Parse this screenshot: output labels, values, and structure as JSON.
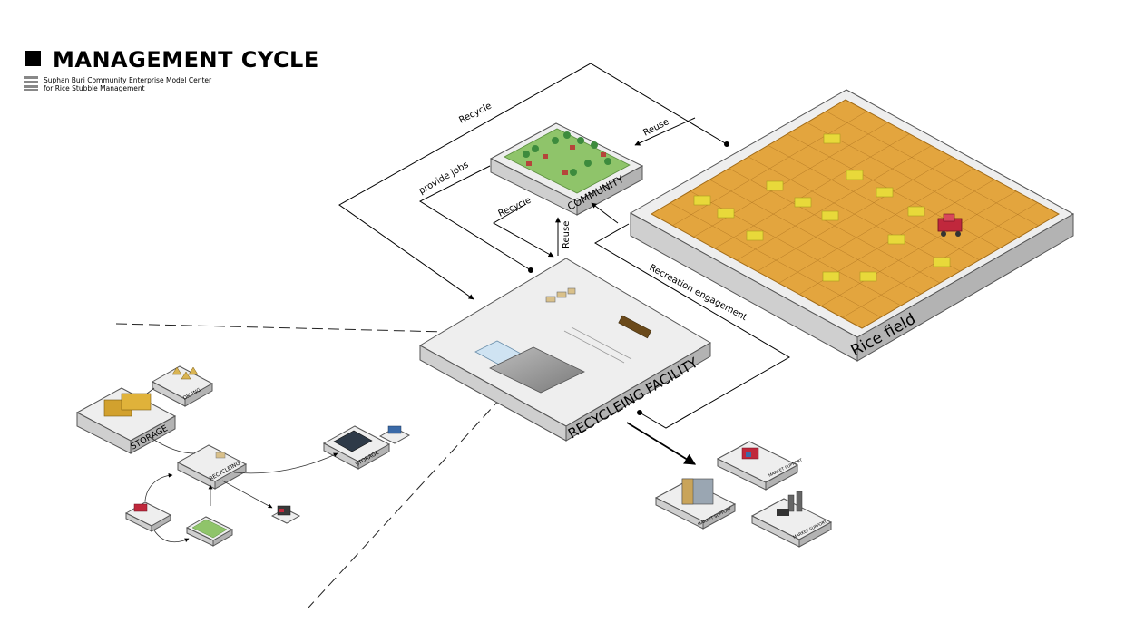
{
  "header": {
    "title": "MANAGEMENT CYCLE",
    "subtitle_line1": "Suphan Buri Community Enterprise Model Center",
    "subtitle_line2": "for Rice Stubble Management"
  },
  "platforms": {
    "community": "COMMUNITY",
    "rice_field": "Rice field",
    "recycling_facility": "RECYCLEING FACILITY",
    "storage_main": "STORAGE",
    "drying": "DRYING",
    "recycling_small": "RECYCLEING",
    "storage_small": "STORAGE",
    "market_1": "MARKET SUPPORT",
    "market_2": "MARKET SUPPORT",
    "market_3": "MARKET SUPPORT"
  },
  "flows": {
    "recycle_top": "Recycle",
    "reuse_top": "Reuse",
    "provide_jobs": "provide jobs",
    "recycle_mid": "Recycle",
    "reuse_mid": "Reuse",
    "recreation": "Recreation engagement"
  },
  "colors": {
    "platform_top": "#e8e8e8",
    "platform_side": "#c8c8c8",
    "rice_field": "#e3a53e",
    "grass": "#8fc46a",
    "hay": "#e8d93a",
    "harvester": "#c0283c"
  }
}
